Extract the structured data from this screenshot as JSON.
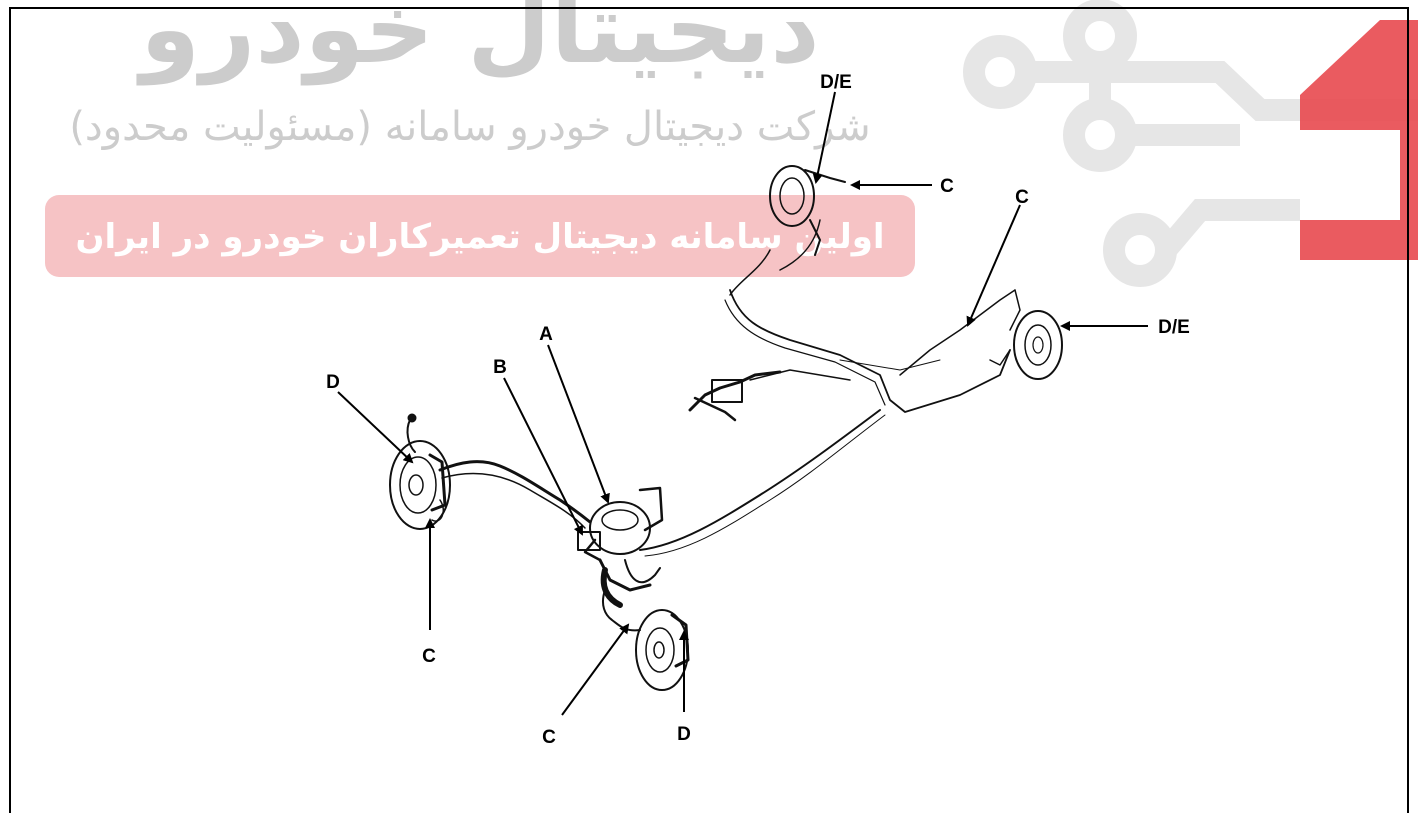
{
  "watermark": {
    "title": "دیجیتال خودرو",
    "subtitle": "شرکت دیجیتال خودرو سامانه (مسئولیت محدود)",
    "banner": "اولین سامانه دیجیتال تعمیرکاران خودرو در ایران",
    "brand_color": "#e8494f",
    "gray_color": "#cccccc"
  },
  "callouts": {
    "de_top": "D/E",
    "c_top": "C",
    "c_right": "C",
    "de_right": "D/E",
    "a": "A",
    "b": "B",
    "d_left": "D",
    "c_left": "C",
    "c_bottom": "C",
    "d_bottom": "D"
  },
  "icons": [
    "circuit-car-logo-icon"
  ]
}
